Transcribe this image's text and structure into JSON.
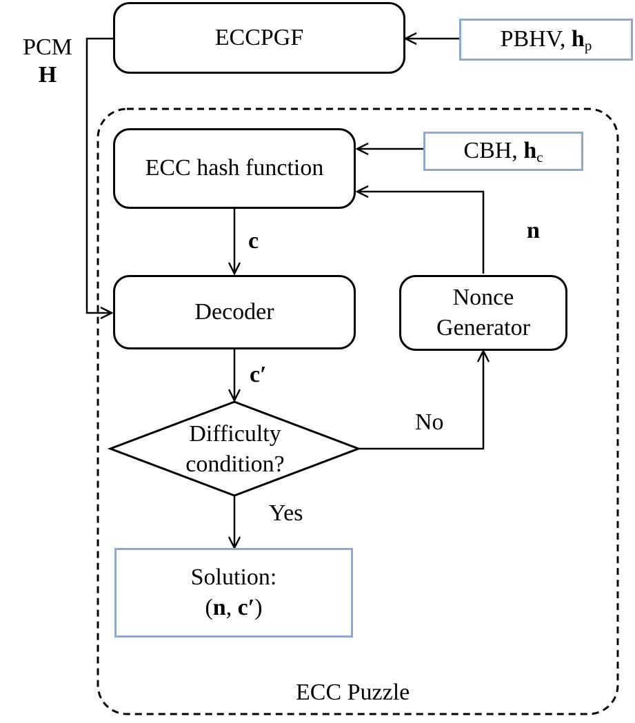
{
  "diagram": {
    "top_block": {
      "label": "ECCPGF"
    },
    "pcm_input": {
      "line1": "PCM",
      "line2": "H"
    },
    "pbhv_input": {
      "text": "PBHV, ",
      "var": "h",
      "sub": "p"
    },
    "puzzle": {
      "label": "ECC Puzzle",
      "hash_block": {
        "label": "ECC hash function"
      },
      "cbh_input": {
        "text": "CBH, ",
        "var": "h",
        "sub": "c"
      },
      "decoder": {
        "label": "Decoder"
      },
      "nonce_generator": {
        "line1": "Nonce",
        "line2": "Generator"
      },
      "decision": {
        "line1": "Difficulty",
        "line2": "condition?"
      },
      "solution": {
        "line1": "Solution:",
        "line2_open": "(",
        "line2_n": "n",
        "line2_sep": ", ",
        "line2_c": "c′",
        "line2_close": ")"
      }
    },
    "edge_labels": {
      "c": "c",
      "c_prime": "c′",
      "n": "n",
      "no": "No",
      "yes": "Yes"
    }
  }
}
